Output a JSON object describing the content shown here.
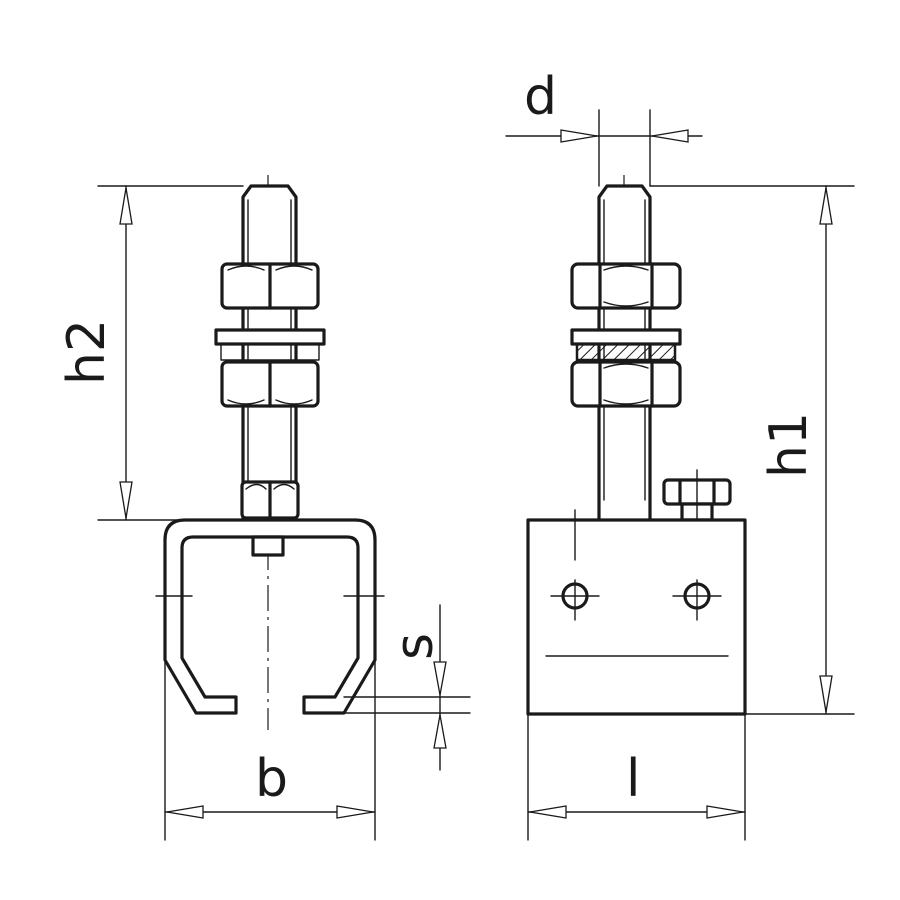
{
  "dimensions": {
    "h2": "h2",
    "h1": "h1",
    "d": "d",
    "s": "s",
    "b": "b",
    "l": "l"
  }
}
